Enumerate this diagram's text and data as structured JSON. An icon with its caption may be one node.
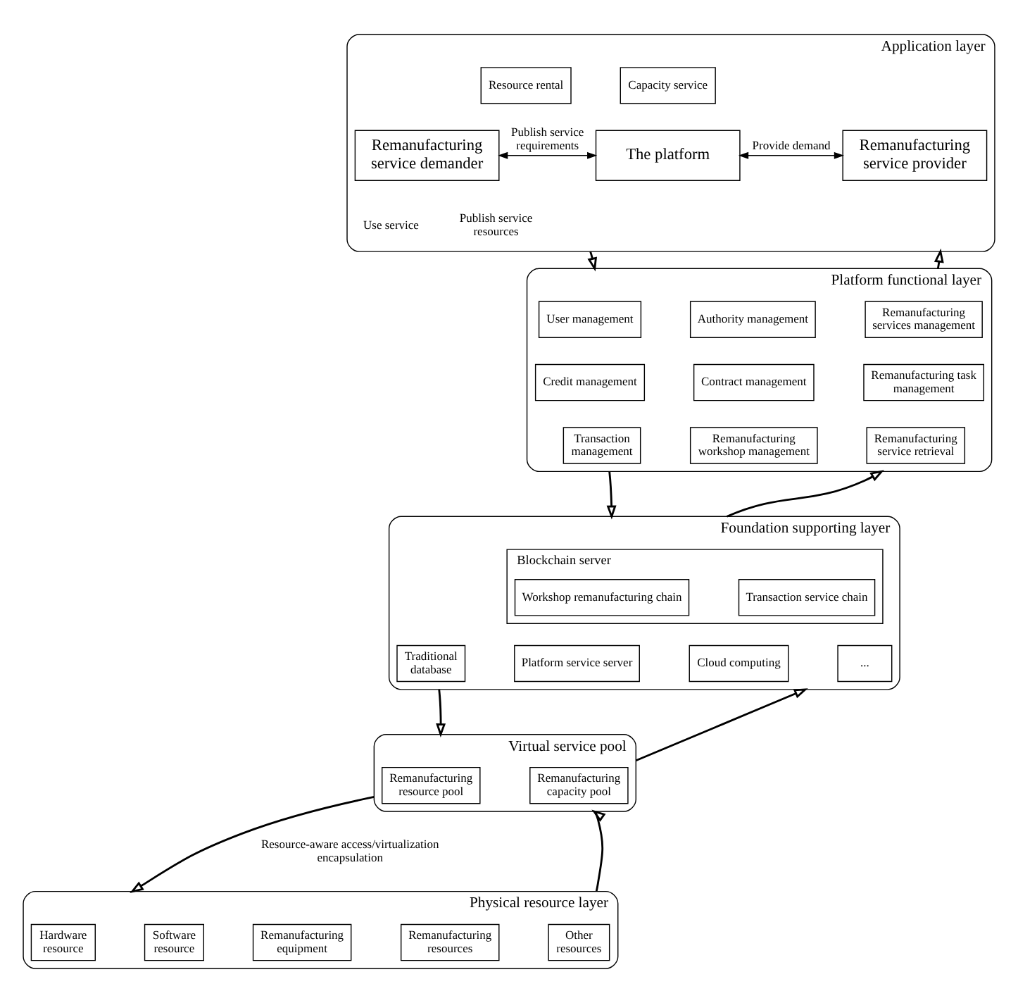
{
  "diagram": {
    "nodes": [
      {
        "text": [
          "Application layer"
        ]
      },
      {
        "text": [
          "Resource rental"
        ],
        "in": 0
      },
      {
        "text": [
          "Capacity service"
        ],
        "in": 0
      },
      {
        "text": [
          "Remanufacturing service demander"
        ],
        "in": 0
      },
      {
        "text": [
          "The platform"
        ],
        "in": 0
      },
      {
        "text": [
          "Remanufacturing service provider"
        ],
        "in": 0
      },
      {
        "text": [
          "Platform functional layer"
        ]
      },
      {
        "text": [
          "User management"
        ],
        "in": 6
      },
      {
        "text": [
          "Authority management"
        ],
        "in": 6
      },
      {
        "text": [
          "Remanufacturing services management"
        ],
        "in": 6
      },
      {
        "text": [
          "Credit management"
        ],
        "in": 6
      },
      {
        "text": [
          "Contract management"
        ],
        "in": 6
      },
      {
        "text": [
          "Remanufacturing task management"
        ],
        "in": 6
      },
      {
        "text": [
          "Transaction management"
        ],
        "in": 6
      },
      {
        "text": [
          "Remanufacturing workshop management"
        ],
        "in": 6
      },
      {
        "text": [
          "Remanufacturing service retrieval"
        ],
        "in": 6
      },
      {
        "text": [
          "Foundation supporting layer"
        ]
      },
      {
        "text": [
          "Blockchain server"
        ],
        "in": 16
      },
      {
        "text": [
          "Workshop remanufacturing chain"
        ],
        "in": 17
      },
      {
        "text": [
          "Transaction service chain"
        ],
        "in": 17
      },
      {
        "text": [
          "Traditional database"
        ],
        "in": 16
      },
      {
        "text": [
          "Platform service server"
        ],
        "in": 16
      },
      {
        "text": [
          "Cloud computing"
        ],
        "in": 16
      },
      {
        "text": [
          "..."
        ],
        "in": 16
      },
      {
        "text": [
          "Virtual service pool"
        ]
      },
      {
        "text": [
          "Remanufacturing resource pool"
        ],
        "in": 24
      },
      {
        "text": [
          "Remanufacturing capacity pool"
        ],
        "in": 24
      },
      {
        "text": [
          "Physical resource layer"
        ]
      },
      {
        "text": [
          "Hardware resource"
        ],
        "in": 27
      },
      {
        "text": [
          "Software resource"
        ],
        "in": 27
      },
      {
        "text": [
          "Remanufacturing equipment"
        ],
        "in": 27
      },
      {
        "text": [
          "Remanufacturing resources"
        ],
        "in": 27
      },
      {
        "text": [
          "Other resources"
        ],
        "in": 27
      }
    ],
    "edges": [
      {
        "from": 3,
        "to": 4,
        "arrow": "both",
        "label": "Publish service requirements"
      },
      {
        "from": 4,
        "to": 5,
        "arrow": "both",
        "label": "Provide demand"
      },
      {
        "from": 0,
        "to": 6,
        "arrow": "to"
      },
      {
        "from": 6,
        "to": 0,
        "arrow": "to"
      },
      {
        "from": 6,
        "to": 16,
        "arrow": "to"
      },
      {
        "from": 16,
        "to": 6,
        "arrow": "to"
      },
      {
        "from": 16,
        "to": 24,
        "arrow": "to"
      },
      {
        "from": 24,
        "to": 16,
        "arrow": "to"
      },
      {
        "from": 24,
        "to": 27,
        "arrow": "to"
      },
      {
        "from": 27,
        "to": 24,
        "arrow": "to"
      }
    ],
    "labels": [
      "Use service",
      "Publish service resources",
      "Resource-aware access/virtualization encapsulation"
    ]
  }
}
